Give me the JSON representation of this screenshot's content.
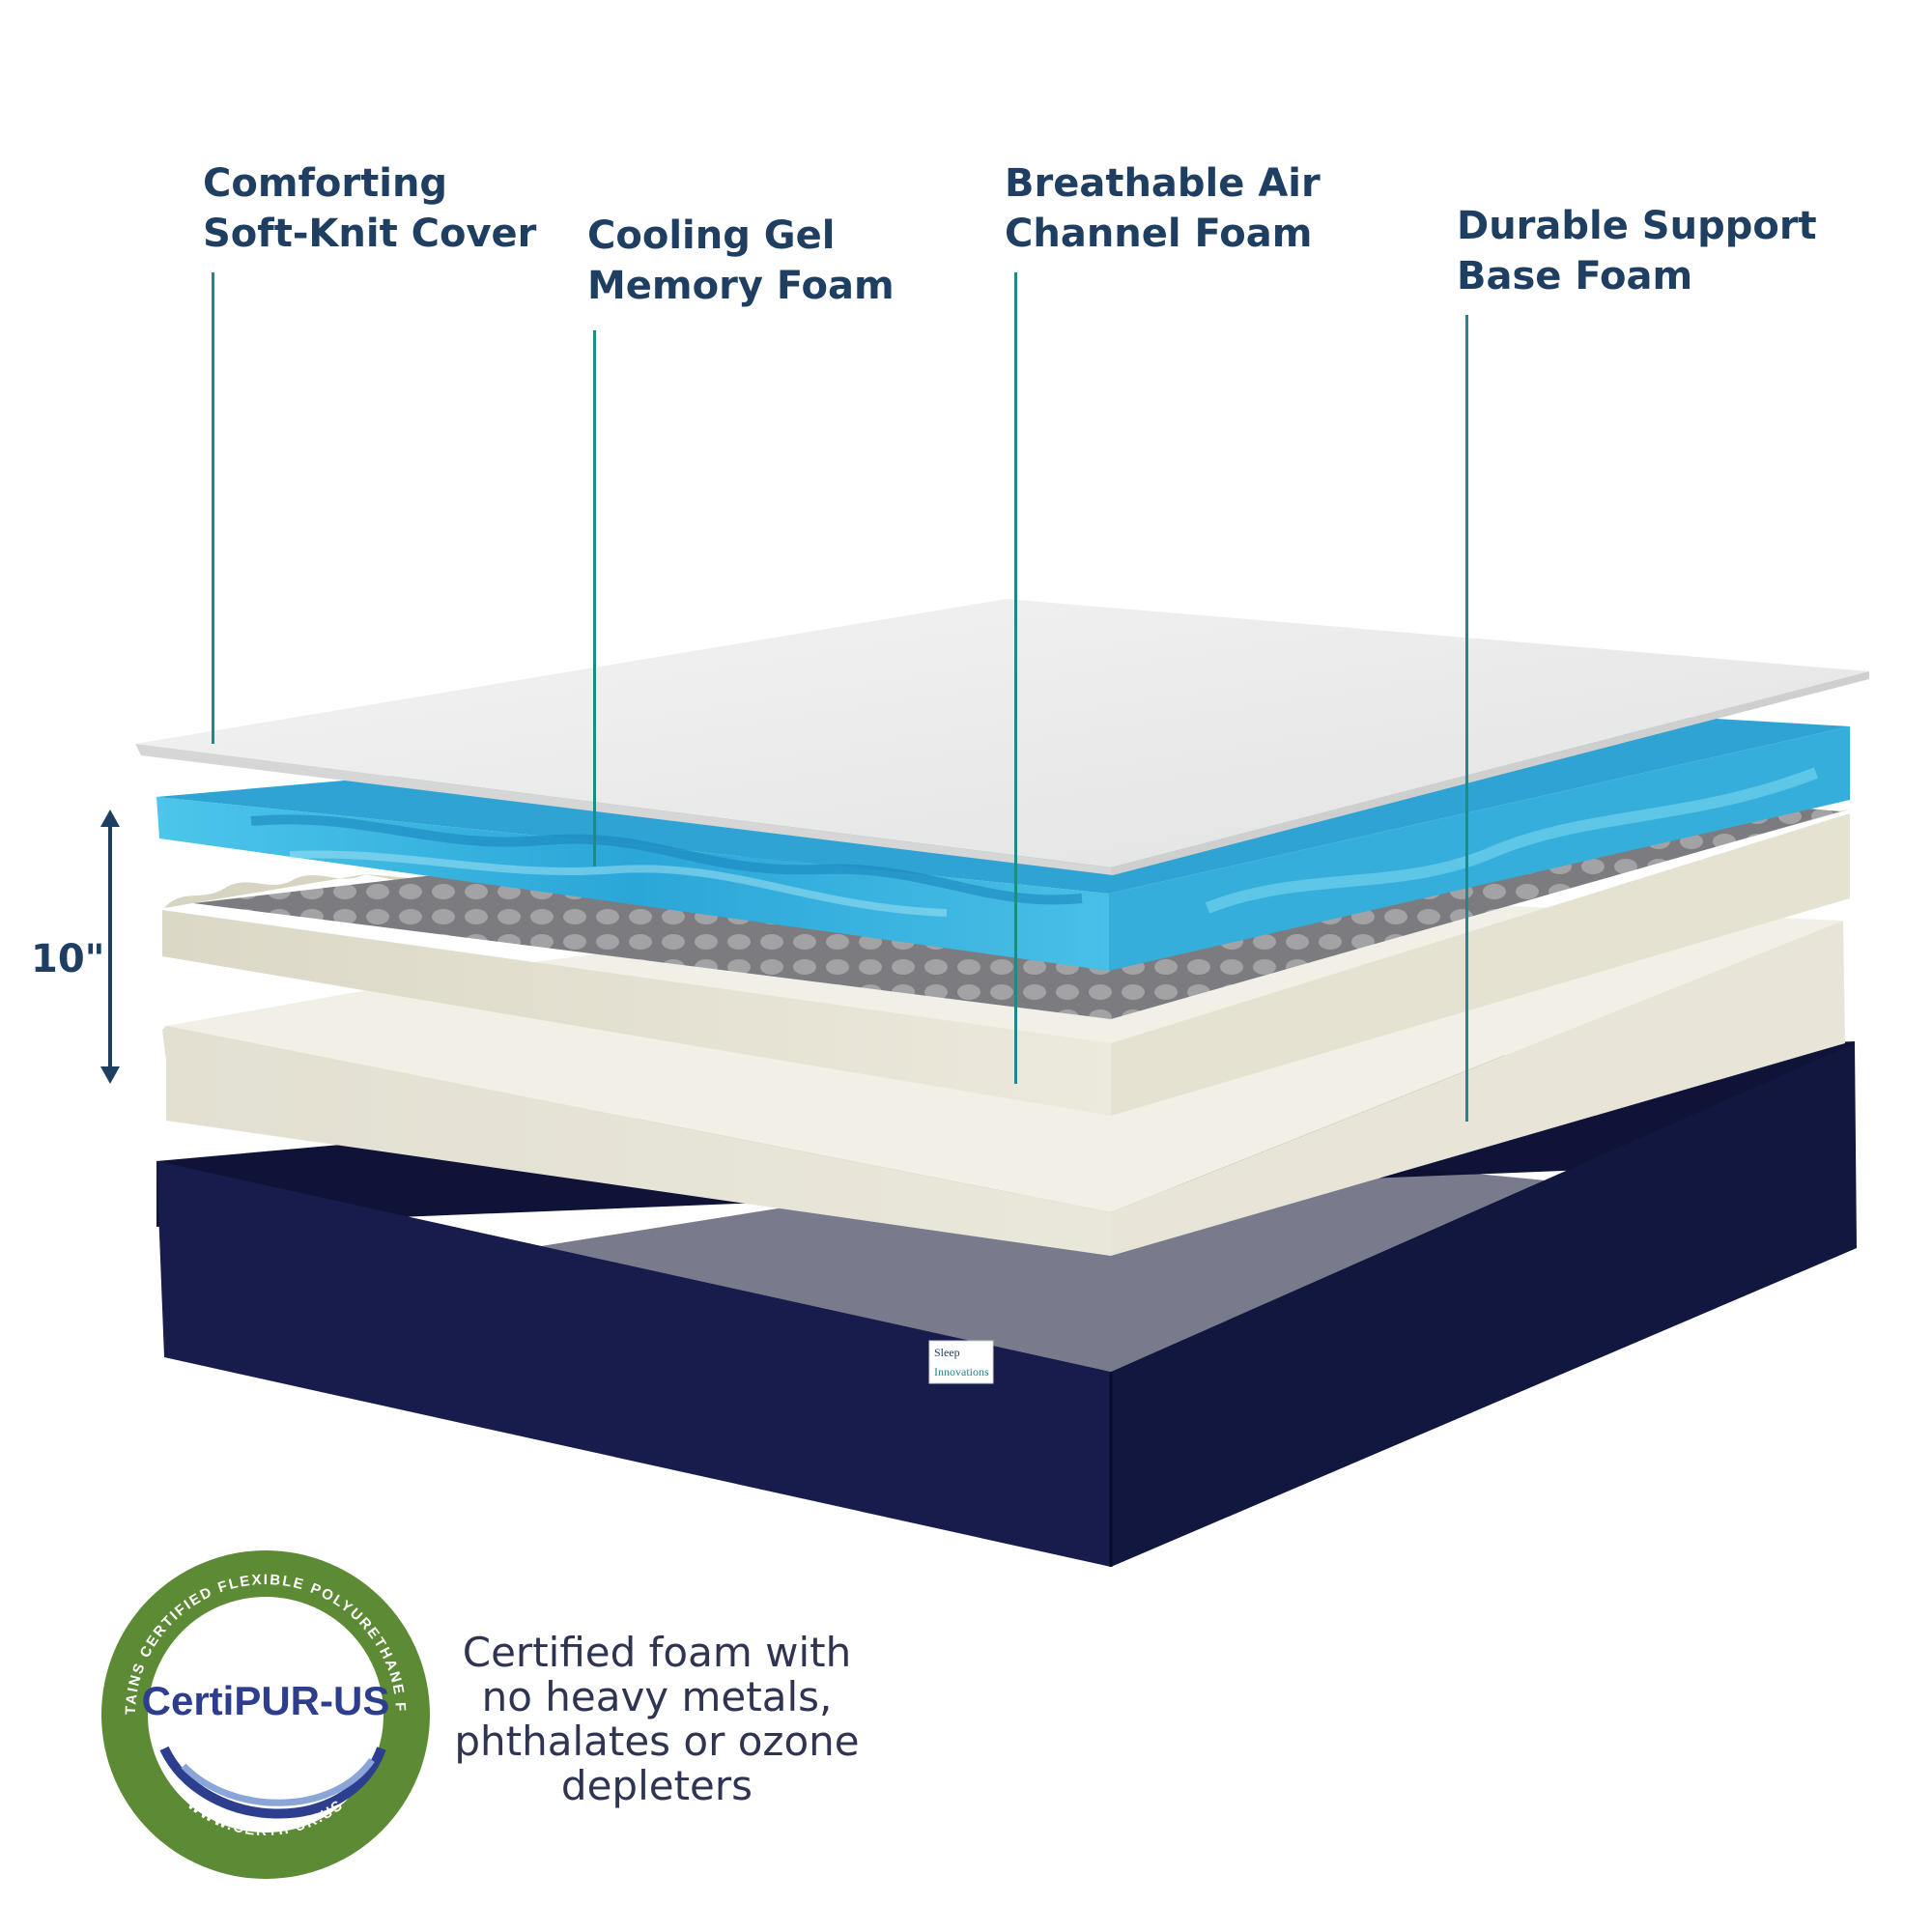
{
  "callouts": {
    "cover": "Comforting\nSoft-Knit Cover",
    "gel": "Cooling Gel\nMemory Foam",
    "air": "Breathable Air\nChannel Foam",
    "base": "Durable Support\nBase Foam"
  },
  "dimension": {
    "height_label": "10\""
  },
  "brand": {
    "line1": "Sleep",
    "line2": "Innovations"
  },
  "certification": {
    "logo": "CertiPUR-US",
    "ring_top": "CONTAINS CERTIFIED FLEXIBLE POLYURETHANE FOAM",
    "ring_bottom": "WWW.CERTIPUR.US",
    "description": "Certified foam with\nno heavy metals,\nphthalates or ozone\ndepleters"
  },
  "colors": {
    "label_text": "#1f3f62",
    "leader": "#1d8a8a",
    "gel_blue": "#32aed9",
    "base_cover": "#151a45",
    "cert_green": "#5d8a35"
  }
}
